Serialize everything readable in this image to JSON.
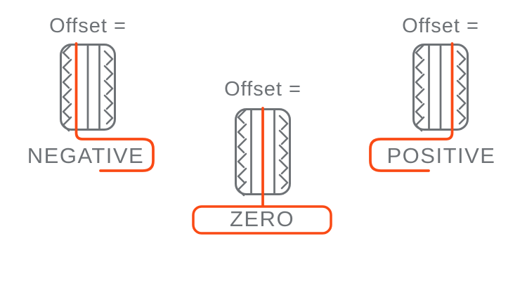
{
  "colors": {
    "accent": "#fa4a15",
    "ink": "#6e7276",
    "background": "#ffffff"
  },
  "figures": [
    {
      "heading": "Offset =",
      "label": "NEGATIVE",
      "indicator_position": "left-of-center"
    },
    {
      "heading": "Offset =",
      "label": "ZERO",
      "indicator_position": "center"
    },
    {
      "heading": "Offset =",
      "label": "POSITIVE",
      "indicator_position": "right-of-center"
    }
  ]
}
